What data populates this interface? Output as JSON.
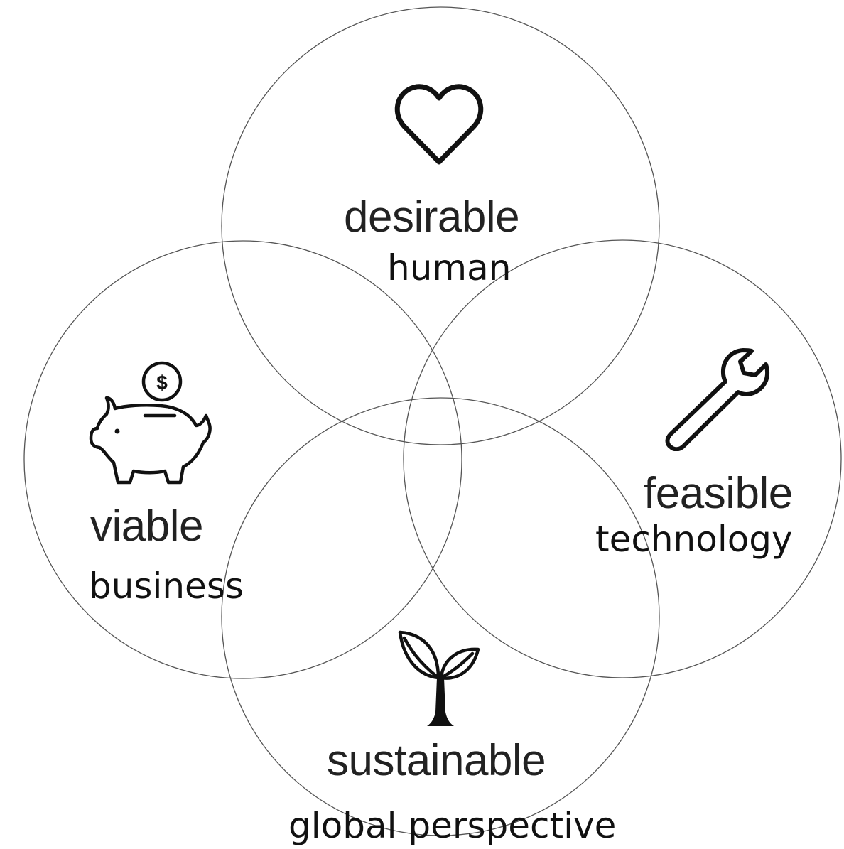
{
  "diagram": {
    "stroke_color": "#555555",
    "icon_color": "#111111",
    "circles": [
      {
        "id": "top",
        "icon": "heart-icon",
        "title": "desirable",
        "subtitle": "human"
      },
      {
        "id": "left",
        "icon": "piggy-bank-icon",
        "title": "viable",
        "subtitle": "business"
      },
      {
        "id": "right",
        "icon": "wrench-icon",
        "title": "feasible",
        "subtitle": "technology"
      },
      {
        "id": "bottom",
        "icon": "sprout-icon",
        "title": "sustainable",
        "subtitle": "global perspective"
      }
    ]
  }
}
